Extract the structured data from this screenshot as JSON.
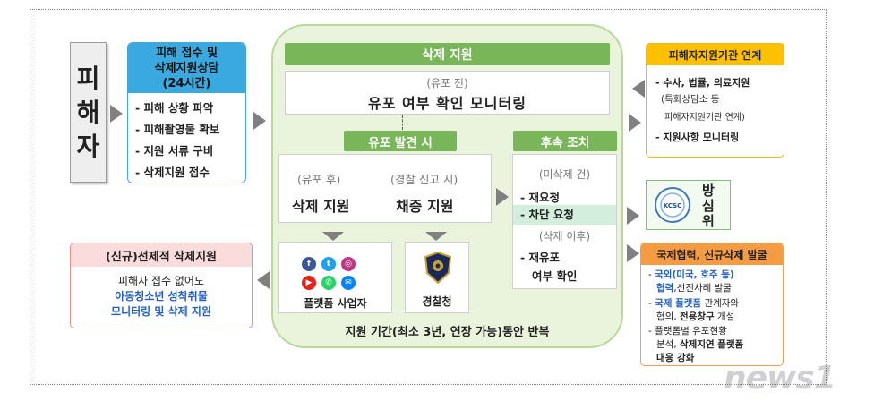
{
  "victim": {
    "chars": [
      "피",
      "해",
      "자"
    ]
  },
  "consult": {
    "title_lines": [
      "피해 접수 및",
      "삭제지원상담",
      "(24시간)"
    ],
    "items": [
      "- 피해 상황 파악",
      "- 피해촬영물 확보",
      "- 지원 서류 구비",
      "- 삭제지원 접수"
    ]
  },
  "delete_support": {
    "title": "삭제 지원",
    "pre_label": "(유포 전)",
    "monitor": "유포 여부 확인 모니터링",
    "found_tab": "유포 발견 시",
    "after_label": "(유포 후)",
    "delete_label": "삭제 지원",
    "police_label": "(경찰 신고 시)",
    "evidence_label": "채증 지원",
    "platform_label": "플랫폼 사업자",
    "police_agency": "경찰청",
    "repeat": "지원 기간(최소 3년, 연장 가능)동안 반복"
  },
  "followup": {
    "tab": "후속 조치",
    "undeleted_label": "(미삭제 건)",
    "rerequest": "- 재요청",
    "block": "- 차단 요청",
    "after_delete_label": "(삭제 이후)",
    "redistribute_1": "- 재유포",
    "redistribute_2": "여부 확인"
  },
  "agency": {
    "title": "피해자지원기관 연계",
    "item1": "- 수사, 법률, 의료지원",
    "item1_sub1": "(특화상담소 등",
    "item1_sub2": "피해자지원기관 연계)",
    "item2": "- 지원사항 모니터링"
  },
  "kcsc": {
    "name": "방심위",
    "chars": [
      "방",
      "심",
      "위"
    ],
    "logo_text": "KCSC"
  },
  "intl": {
    "title": "국제협력, 신규삭제 발굴",
    "b1_part1": "국외(미국, 호주 등)",
    "b1_part2": "협력",
    "b1_part3": ",선진사례 발굴",
    "b2_part1": "국제 플랫폼",
    "b2_part2": " 관계자와",
    "b2_part3": "협의,",
    "b2_part4": "전용창구",
    "b2_part5": " 개설",
    "b3_part1": "플랫폼별 유포현황",
    "b3_part2": "분석,",
    "b3_part3": "삭제지연 플랫폼",
    "b3_part4": "대응 강화"
  },
  "preemptive": {
    "title": "(신규)선제적 삭제지원",
    "line1": "피해자 접수 없어도",
    "line2": "아동청소년 성착취물",
    "line3": "모니터링 및 삭제 지원"
  },
  "sns_icons": [
    "facebook-icon",
    "twitter-icon",
    "instagram-icon",
    "youtube-icon",
    "whatsapp-icon",
    "messenger-icon"
  ],
  "watermark": "news1",
  "colors": {
    "green": "#79b65a",
    "blue": "#3aa9e0",
    "yellow": "#ffc000",
    "orange": "#f59b42",
    "pink": "#fbdcdc"
  }
}
